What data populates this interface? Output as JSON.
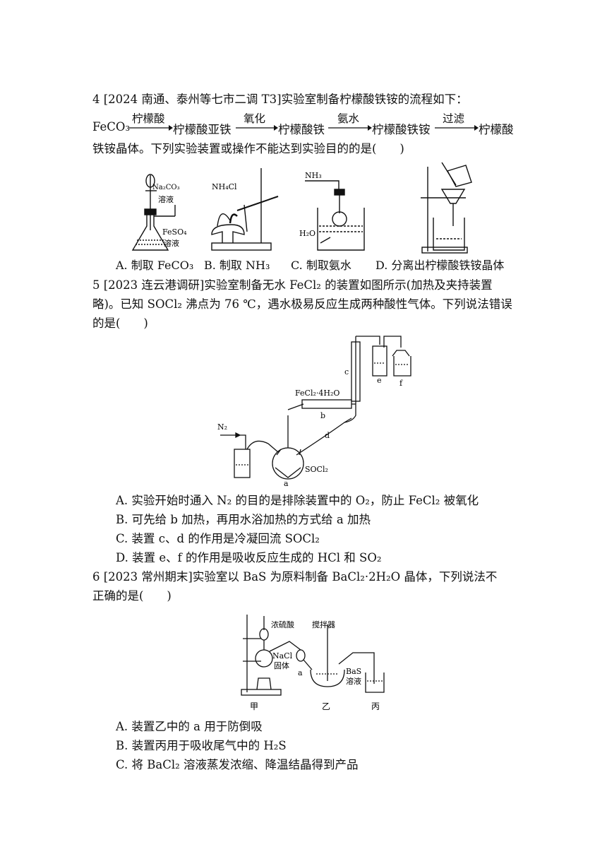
{
  "q4": {
    "line1": "4 [2024 南通、泰州等七市二调 T3]实验室制备柠檬酸铁铵的流程如下：",
    "flow": {
      "s0": "FeCO₃",
      "a1": "柠檬酸",
      "s1": "柠檬酸亚铁",
      "a2": "氧化",
      "s2": "柠檬酸铁",
      "a3": "氨水",
      "s3": "柠檬酸铁铵",
      "a4": "过滤",
      "s4": "柠檬酸"
    },
    "line2": "铁铵晶体。下列实验装置或操作不能达到实验目的的是(　　)",
    "fig_labels": {
      "na2co3": "Na₂CO₃",
      "rongye1": "溶液",
      "feso4": "FeSO₄",
      "rongye2": "溶液",
      "nh4cl": "NH₄Cl",
      "nh3": "NH₃",
      "h2o": "H₂O"
    },
    "options": {
      "A": "A. 制取 FeCO₃",
      "B": "B. 制取 NH₃",
      "C": "C. 制取氨水",
      "D": "D. 分离出柠檬酸铁铵晶体"
    }
  },
  "q5": {
    "line1": "5 [2023 连云港调研]实验室制备无水 FeCl₂ 的装置如图所示(加热及夹持装置",
    "line2": "略)。已知 SOCl₂ 沸点为 76 ℃，遇水极易反应生成两种酸性气体。下列说法错误",
    "line3": "的是(　　)",
    "fig_labels": {
      "n2": "N₂",
      "fecl2": "FeCl₂·4H₂O",
      "b": "b",
      "c": "c",
      "d": "d",
      "e": "e",
      "f": "f",
      "a": "a",
      "socl2": "SOCl₂"
    },
    "options": {
      "A": "A. 实验开始时通入 N₂ 的目的是排除装置中的 O₂，防止 FeCl₂ 被氧化",
      "B": "B. 可先给 b 加热，再用水浴加热的方式给 a 加热",
      "C": "C. 装置 c、d 的作用是冷凝回流 SOCl₂",
      "D": "D. 装置 e、f 的作用是吸收反应生成的 HCl 和 SO₂"
    }
  },
  "q6": {
    "line1": "6 [2023 常州期末]实验室以 BaS 为原料制备 BaCl₂·2H₂O 晶体，下列说法不",
    "line2": "正确的是(　　)",
    "fig_labels": {
      "acid": "浓硫酸",
      "stirrer": "搅拌器",
      "nacl": "NaCl",
      "guti": "固体",
      "a": "a",
      "bas": "BaS",
      "rongye": "溶液",
      "jia": "甲",
      "yi": "乙",
      "bing": "丙"
    },
    "options": {
      "A": "A. 装置乙中的 a 用于防倒吸",
      "B": "B. 装置丙用于吸收尾气中的 H₂S",
      "C": "C. 将 BaCl₂ 溶液蒸发浓缩、降温结晶得到产品"
    }
  }
}
